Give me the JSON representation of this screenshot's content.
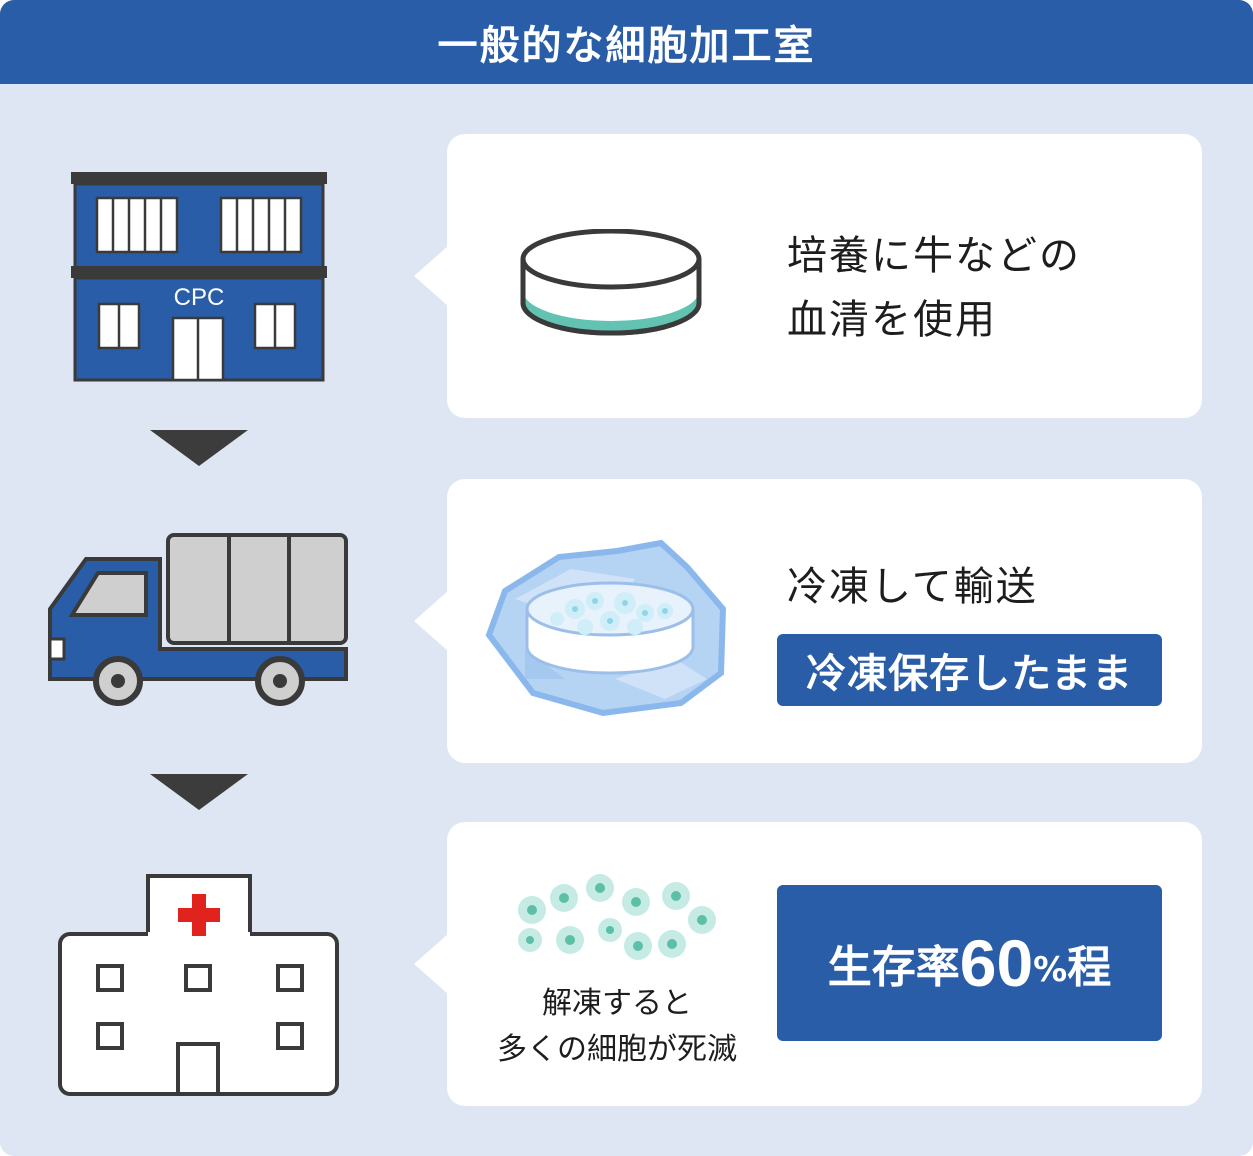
{
  "header": {
    "title": "一般的な細胞加工室"
  },
  "step1": {
    "building_label": "CPC",
    "text_line1": "培養に牛などの",
    "text_line2": "血清を使用"
  },
  "step2": {
    "text": "冷凍して輸送",
    "highlight": "冷凍保存したまま"
  },
  "step3": {
    "caption_line1": "解凍すると",
    "caption_line2": "多くの細胞が死滅",
    "rate_prefix": "生存率",
    "rate_value": "60",
    "rate_unit": "%",
    "rate_suffix": "程"
  },
  "colors": {
    "brand_blue": "#2a5da8",
    "background": "#dee6f3",
    "teal": "#62c3b2",
    "cross_red": "#e0241d"
  }
}
